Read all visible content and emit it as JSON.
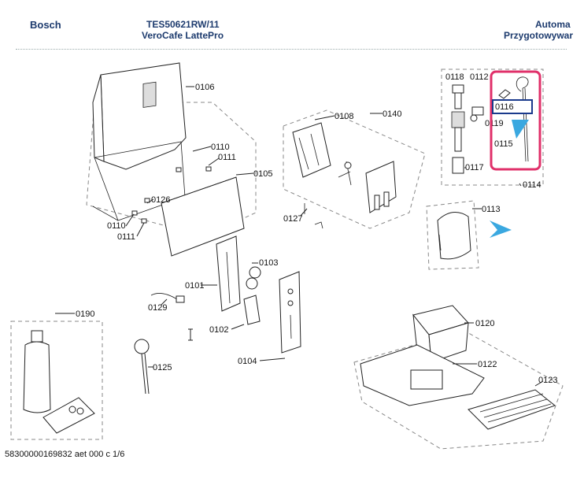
{
  "header": {
    "brand": "Bosch",
    "model": "TES50621RW/11",
    "product_name": "VeroCafe LattePro",
    "title_line1": "Automa",
    "title_line2": "Przygotowywar"
  },
  "footer": {
    "doc_code": "58300000169832 aet 000 c 1/6"
  },
  "parts": {
    "p0106": "0106",
    "p0110a": "0110",
    "p0111a": "0111",
    "p0105": "0105",
    "p0126": "0126",
    "p0110b": "0110",
    "p0111b": "0111",
    "p0108": "0108",
    "p0140": "0140",
    "p0127": "0127",
    "p0118": "0118",
    "p0112": "0112",
    "p0116": "0116",
    "p0119": "0119",
    "p0115": "0115",
    "p0117": "0117",
    "p0114": "0114",
    "p0113": "0113",
    "p0101": "0101",
    "p0103": "0103",
    "p0129": "0129",
    "p0102": "0102",
    "p0104": "0104",
    "p0190": "0190",
    "p0125": "0125",
    "p0120": "0120",
    "p0122": "0122",
    "p0123": "0123"
  },
  "colors": {
    "header_text": "#1d3b6e",
    "highlight_border": "#e0306a",
    "selection_box": "#1a3a8c",
    "arrow": "#3aa8e0"
  },
  "icons": {
    "cursor": "text-cursor-icon",
    "pointer": "blue-arrow-icon"
  }
}
